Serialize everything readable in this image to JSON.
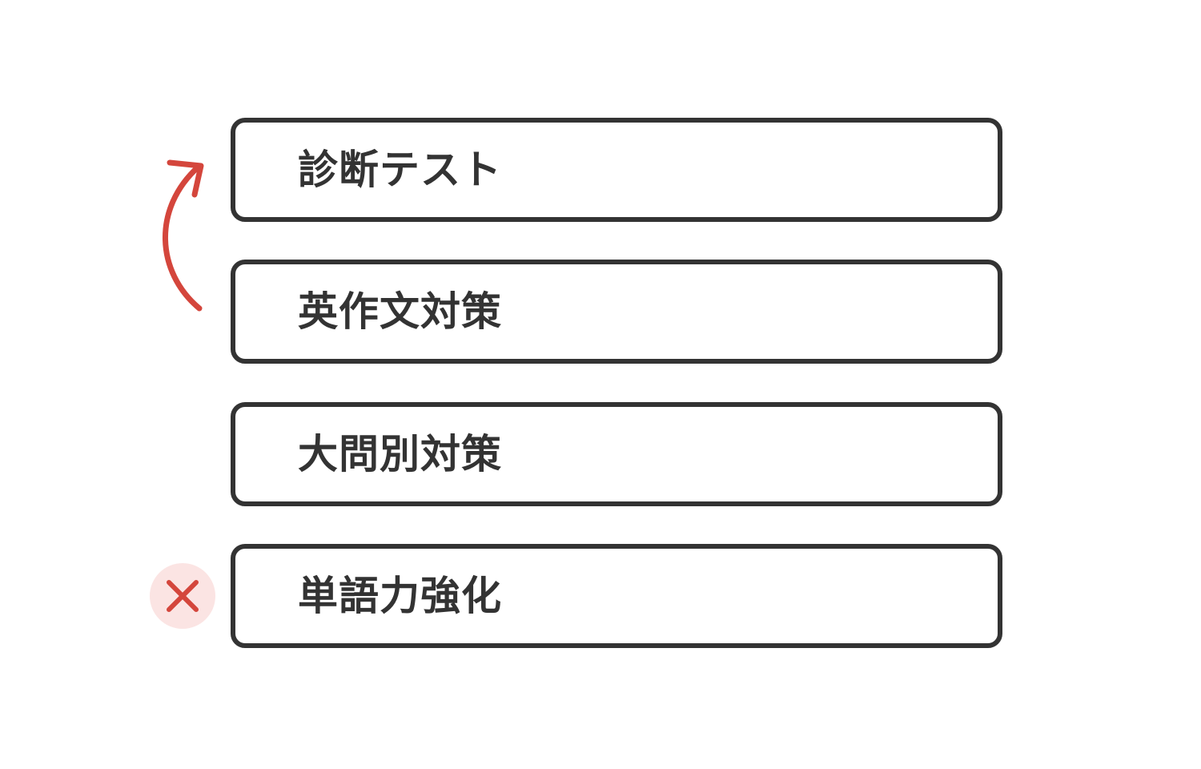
{
  "steps": [
    {
      "label": "診断テスト"
    },
    {
      "label": "英作文対策"
    },
    {
      "label": "大問別対策"
    },
    {
      "label": "単語力強化"
    }
  ],
  "annotations": {
    "move_arrow": {
      "icon": "curved-arrow-up-icon",
      "from_step": 1,
      "to_step": 0,
      "color": "#d4463c"
    },
    "remove_mark": {
      "icon": "close-x-icon",
      "step": 3,
      "color": "#d4463c",
      "background": "#fbe4e3"
    }
  }
}
